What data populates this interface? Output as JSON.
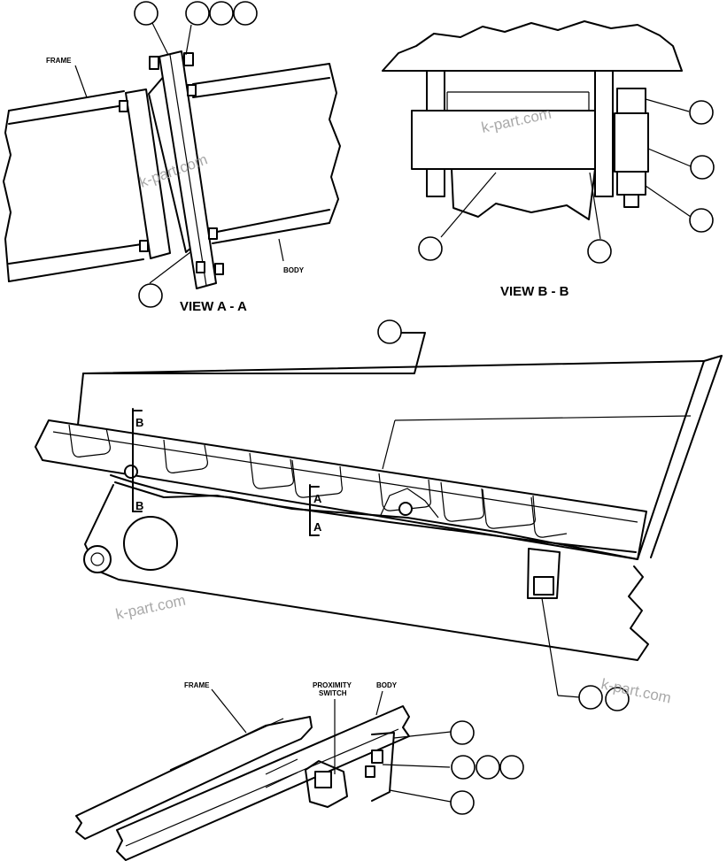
{
  "view_a": {
    "title": "VIEW A - A",
    "frame_label": "FRAME",
    "body_label": "BODY"
  },
  "view_b": {
    "title": "VIEW B - B"
  },
  "main_view": {
    "section_b_top": "B",
    "section_b_bottom": "B",
    "section_a_top": "A",
    "section_a_bottom": "A"
  },
  "detail_view": {
    "frame_label": "FRAME",
    "switch_label_line1": "PROXIMITY",
    "switch_label_line2": "SWITCH",
    "body_label": "BODY"
  },
  "watermark": {
    "text": "k-part.com"
  }
}
